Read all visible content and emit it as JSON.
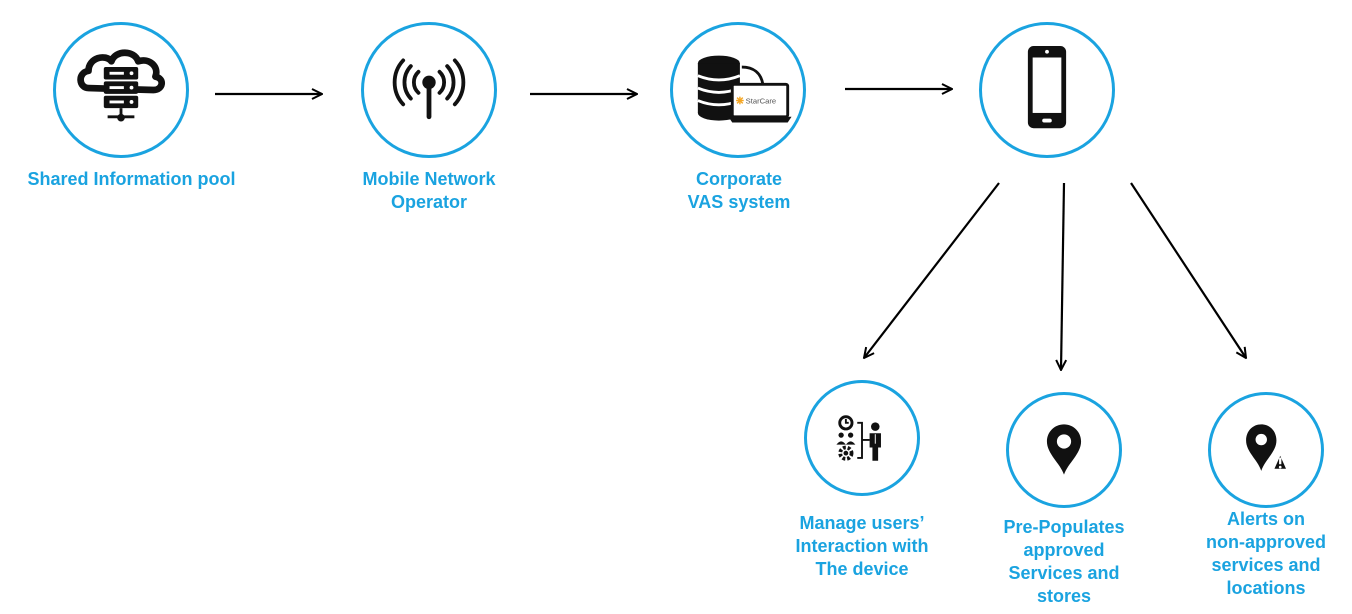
{
  "colors": {
    "accent": "#1aa3e0",
    "icon": "#111111",
    "arrow": "#000000",
    "brand": "#f5a623"
  },
  "nodes": {
    "shared_pool": {
      "label": "Shared Information pool",
      "icon": "cloud-server-icon"
    },
    "mno": {
      "label": "Mobile Network\nOperator",
      "icon": "antenna-icon"
    },
    "corporate_vas": {
      "label": "Corporate\nVAS system",
      "icon": "database-laptop-icon",
      "laptop_text": "StarCare"
    },
    "device": {
      "label": "",
      "icon": "smartphone-icon"
    },
    "manage_users": {
      "label": "Manage users’\nInteraction with\nThe device",
      "icon": "user-management-icon"
    },
    "prepopulates": {
      "label": "Pre-Populates\napproved\nServices and\nstores",
      "icon": "location-pin-icon"
    },
    "alerts": {
      "label": "Alerts on\nnon-approved\nservices and\nlocations",
      "icon": "location-alert-icon"
    }
  }
}
